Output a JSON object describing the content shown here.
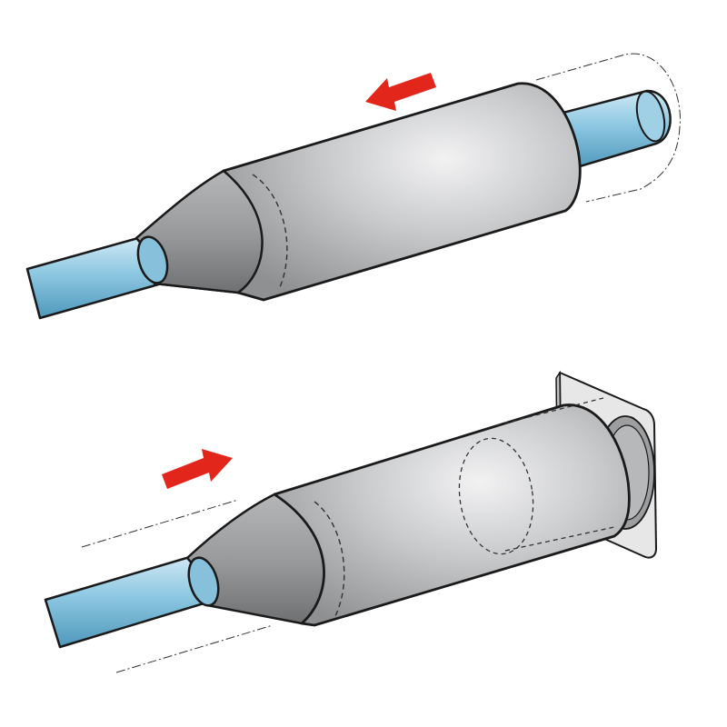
{
  "diagram": {
    "panels": [
      {
        "id": "top",
        "arrow_direction": "left",
        "shows_panel_connector": false
      },
      {
        "id": "bottom",
        "arrow_direction": "right",
        "shows_panel_connector": true
      }
    ],
    "colors": {
      "cable": "#8cc7e1",
      "cable_highlight": "#cfe8f4",
      "cable_shadow": "#4f98bb",
      "boot": "#c3c4c6",
      "boot_highlight": "#eeeeef",
      "boot_shadow": "#8e9092",
      "taper": "#9c9d9f",
      "arrow": "#e2261c",
      "panel": "#e6e7e6",
      "outline": "#1a1a1a"
    }
  }
}
